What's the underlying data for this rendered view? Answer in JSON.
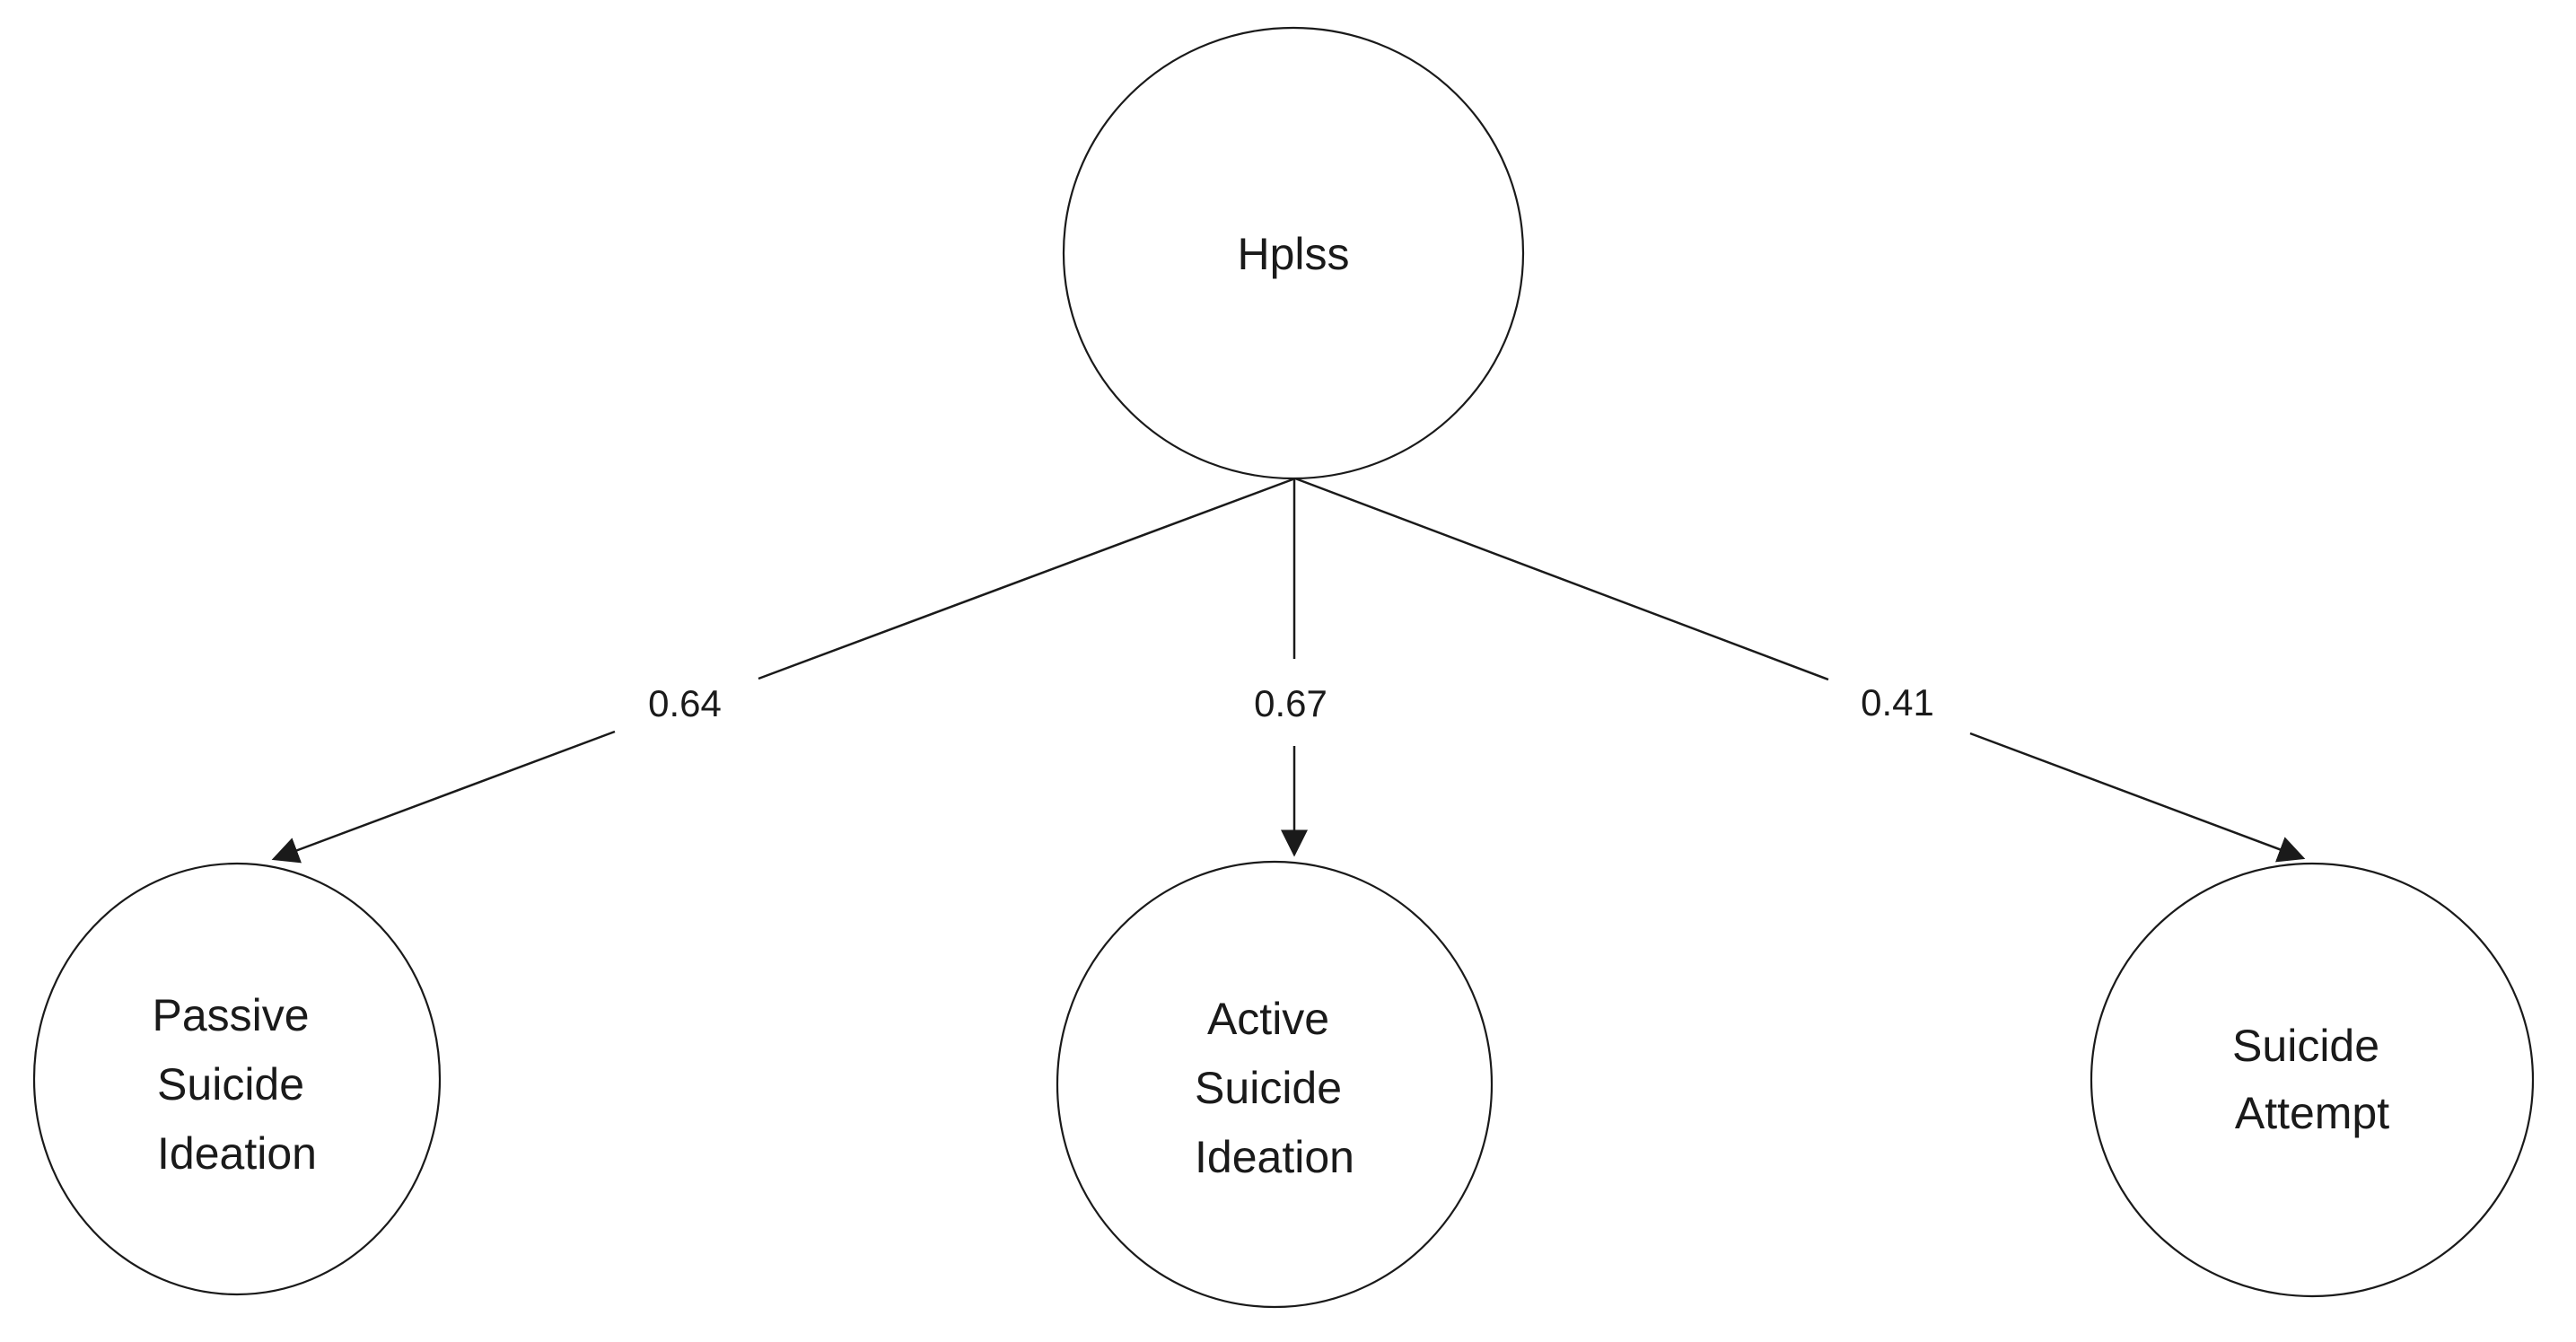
{
  "diagram": {
    "nodes": {
      "hplss": {
        "label": "Hplss"
      },
      "passive_suicide_ideation": {
        "lines": [
          "Passive",
          "Suicide",
          "Ideation"
        ]
      },
      "active_suicide_ideation": {
        "lines": [
          "Active",
          "Suicide",
          "Ideation"
        ]
      },
      "suicide_attempt": {
        "lines": [
          "Suicide",
          "Attempt"
        ]
      }
    },
    "edges": [
      {
        "from": "Hplss",
        "to": "Passive Suicide Ideation",
        "coefficient": "0.64"
      },
      {
        "from": "Hplss",
        "to": "Active Suicide Ideation",
        "coefficient": "0.67"
      },
      {
        "from": "Hplss",
        "to": "Suicide Attempt",
        "coefficient": "0.41"
      }
    ],
    "colors": {
      "stroke": "#1a1a1a",
      "node_fill": "#ffffff",
      "text": "#1a1a1a",
      "background": "#ffffff"
    }
  }
}
